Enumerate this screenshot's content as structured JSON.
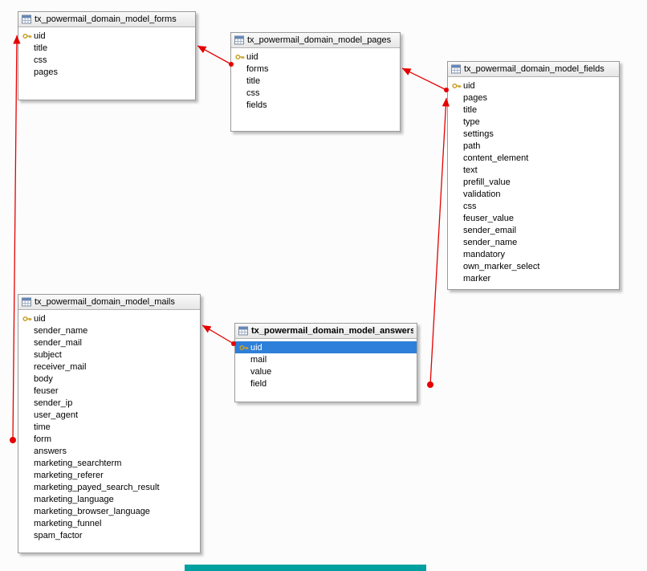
{
  "colors": {
    "relation": "#e60000",
    "selection_bg": "#2d7fd9",
    "selection_text": "#ffffff",
    "key_icon": "#c9a227",
    "table_border": "#9a9a9a",
    "teal_strip": "#00a0a0"
  },
  "tables": {
    "forms": {
      "title": "tx_powermail_domain_model_forms",
      "fields": [
        "uid",
        "title",
        "css",
        "pages"
      ]
    },
    "pages": {
      "title": "tx_powermail_domain_model_pages",
      "fields": [
        "uid",
        "forms",
        "title",
        "css",
        "fields"
      ]
    },
    "fields": {
      "title": "tx_powermail_domain_model_fields",
      "fields": [
        "uid",
        "pages",
        "title",
        "type",
        "settings",
        "path",
        "content_element",
        "text",
        "prefill_value",
        "validation",
        "css",
        "feuser_value",
        "sender_email",
        "sender_name",
        "mandatory",
        "own_marker_select",
        "marker"
      ]
    },
    "mails": {
      "title": "tx_powermail_domain_model_mails",
      "fields": [
        "uid",
        "sender_name",
        "sender_mail",
        "subject",
        "receiver_mail",
        "body",
        "feuser",
        "sender_ip",
        "user_agent",
        "time",
        "form",
        "answers",
        "marketing_searchterm",
        "marketing_referer",
        "marketing_payed_search_result",
        "marketing_language",
        "marketing_browser_language",
        "marketing_funnel",
        "spam_factor"
      ]
    },
    "answers": {
      "title": "tx_powermail_domain_model_answers",
      "fields": [
        "uid",
        "mail",
        "value",
        "field"
      ],
      "selected_field": "uid"
    }
  },
  "relations": [
    {
      "from": "tx_powermail_domain_model_pages",
      "to": "tx_powermail_domain_model_forms"
    },
    {
      "from": "tx_powermail_domain_model_fields",
      "to": "tx_powermail_domain_model_pages"
    },
    {
      "from": "tx_powermail_domain_model_answers",
      "to": "tx_powermail_domain_model_fields"
    },
    {
      "from": "tx_powermail_domain_model_answers",
      "to": "tx_powermail_domain_model_mails"
    },
    {
      "from": "tx_powermail_domain_model_mails",
      "to": "tx_powermail_domain_model_forms"
    }
  ]
}
